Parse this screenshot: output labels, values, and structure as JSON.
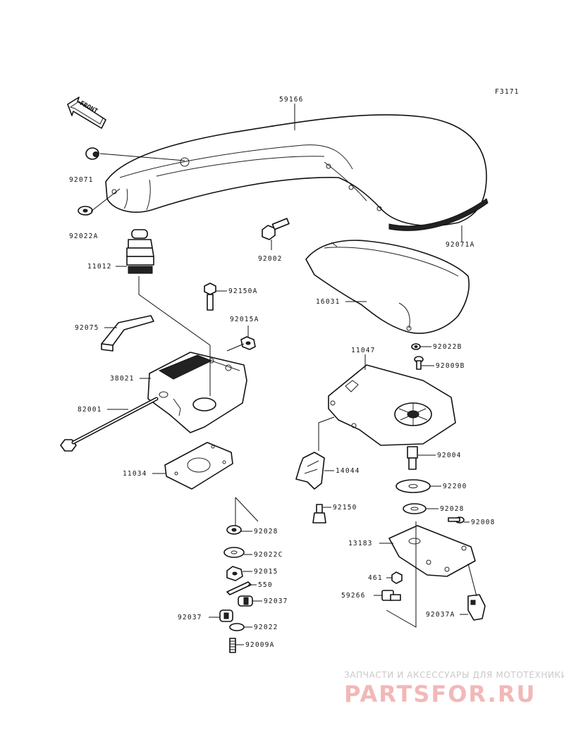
{
  "diagram_code": "F3171",
  "front_label": "FRONT",
  "parts": {
    "p59166": "59166",
    "p92071": "92071",
    "p92022A": "92022A",
    "p92071A": "92071A",
    "p92002": "92002",
    "p16031": "16031",
    "p11012": "11012",
    "p92150A": "92150A",
    "p92015A": "92015A",
    "p92075": "92075",
    "p38021": "38021",
    "p82001": "82001",
    "p11034": "11034",
    "p92022B": "92022B",
    "p92009B": "92009B",
    "p11047": "11047",
    "p14044": "14044",
    "p92004": "92004",
    "p92200": "92200",
    "p92150": "92150",
    "p92028a": "92028",
    "p92028b": "92028",
    "p92008": "92008",
    "p13183": "13183",
    "p461": "461",
    "p59266": "59266",
    "p92037A": "92037A",
    "p92022C": "92022C",
    "p92015": "92015",
    "p550": "550",
    "p92037a": "92037",
    "p92037b": "92037",
    "p92022": "92022",
    "p92009A": "92009A"
  },
  "watermark": {
    "tagline": "ЗАПЧАСТИ И АКСЕССУАРЫ ДЛЯ МОТОТЕХНИКИ",
    "brand": "PARTSFOR.RU"
  }
}
